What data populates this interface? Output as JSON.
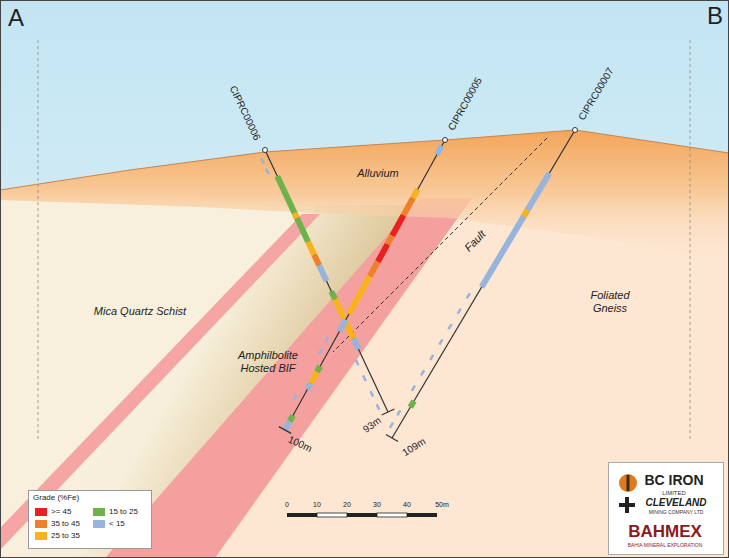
{
  "diagram": {
    "labels": [
      "A",
      "B",
      "CIPRC00006",
      "CIPRC00005",
      "CIPRC00007",
      "Alluvium",
      "Mica Quartz Schist",
      "Amphilbolite Hosted BIF",
      "Fault",
      "Foliated Gneiss",
      "100m",
      "93m",
      "109m",
      "Grade (%Fe)",
      "0",
      "10",
      "20",
      "30",
      "40",
      "50m",
      "BC IRON",
      "LIMITED",
      "CLEVELAND",
      "MINING COMPANY LTD",
      "BAHMEX",
      "BAHIA MINERAL EXPLORATION"
    ],
    "legend": [
      {
        "text": ">= 45",
        "color": "#e8201f"
      },
      {
        "text": "35 to 45",
        "color": "#f07f2a"
      },
      {
        "text": "25 to 35",
        "color": "#f9b21d"
      },
      {
        "text": "15 to 25",
        "color": "#6db34a"
      },
      {
        "text": "< 15",
        "color": "#97b4dc"
      }
    ]
  }
}
